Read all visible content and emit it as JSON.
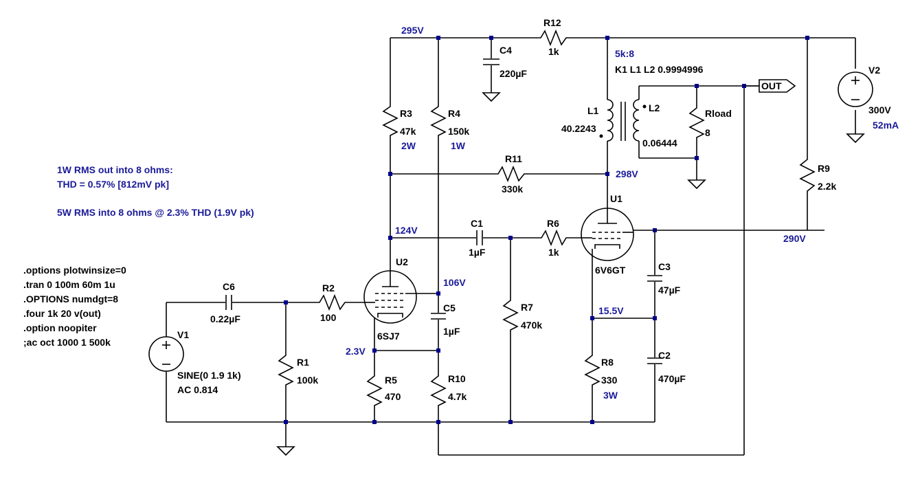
{
  "components": {
    "R1": {
      "ref": "R1",
      "value": "100k"
    },
    "R2": {
      "ref": "R2",
      "value": "100"
    },
    "R3": {
      "ref": "R3",
      "value": "47k",
      "power": "2W"
    },
    "R4": {
      "ref": "R4",
      "value": "150k",
      "power": "1W"
    },
    "R5": {
      "ref": "R5",
      "value": "470"
    },
    "R6": {
      "ref": "R6",
      "value": "1k"
    },
    "R7": {
      "ref": "R7",
      "value": "470k"
    },
    "R8": {
      "ref": "R8",
      "value": "330",
      "power": "3W"
    },
    "R9": {
      "ref": "R9",
      "value": "2.2k"
    },
    "R10": {
      "ref": "R10",
      "value": "4.7k"
    },
    "R11": {
      "ref": "R11",
      "value": "330k"
    },
    "R12": {
      "ref": "R12",
      "value": "1k"
    },
    "Rload": {
      "ref": "Rload",
      "value": "8"
    },
    "C1": {
      "ref": "C1",
      "value": "1µF"
    },
    "C2": {
      "ref": "C2",
      "value": "470µF"
    },
    "C3": {
      "ref": "C3",
      "value": "47µF"
    },
    "C4": {
      "ref": "C4",
      "value": "220µF"
    },
    "C5": {
      "ref": "C5",
      "value": "1µF"
    },
    "C6": {
      "ref": "C6",
      "value": "0.22µF"
    },
    "L1": {
      "ref": "L1",
      "value": "40.2243"
    },
    "L2": {
      "ref": "L2",
      "value": "0.06444"
    },
    "U1": {
      "ref": "U1",
      "value": "6V6GT"
    },
    "U2": {
      "ref": "U2",
      "value": "6SJ7"
    },
    "V1": {
      "ref": "V1",
      "line1": "SINE(0 1.9 1k)",
      "line2": "AC 0.814"
    },
    "V2": {
      "ref": "V2",
      "value": "300V",
      "current": "52mA"
    }
  },
  "transformer": {
    "ratio": "5k:8",
    "coupling": "K1 L1 L2 0.9994996"
  },
  "out_port": "OUT",
  "node_voltages": {
    "b_plus_1": "295V",
    "b_plus_u1": "298V",
    "u2_plate": "124V",
    "u2_screen": "106V",
    "u2_cathode": "2.3V",
    "u1_cathode": "15.5V",
    "u1_screen": "290V"
  },
  "notes": {
    "line1": "1W RMS out into 8 ohms:",
    "line2": "THD = 0.57% [812mV pk]",
    "line3": "5W RMS into 8 ohms @ 2.3% THD (1.9V pk)"
  },
  "directives": [
    ".options plotwinsize=0",
    ".tran 0 100m 60m 1u",
    ".OPTIONS numdgt=8",
    ".four 1k 20 v(out)",
    ".option noopiter",
    ";ac oct 1000 1 500k"
  ]
}
